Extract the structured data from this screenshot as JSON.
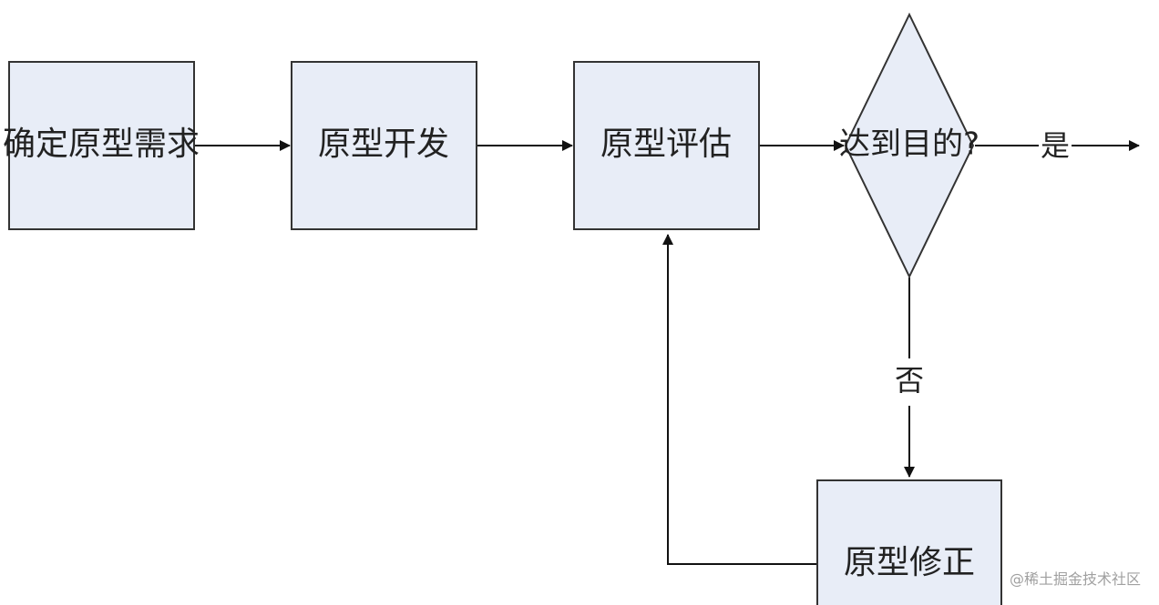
{
  "diagram": {
    "nodes": {
      "define_requirements": {
        "label": "确定原型需求"
      },
      "develop_prototype": {
        "label": "原型开发"
      },
      "evaluate_prototype": {
        "label": "原型评估"
      },
      "goal_reached": {
        "label": "达到目的?"
      },
      "revise_prototype": {
        "label": "原型修正"
      }
    },
    "edge_labels": {
      "yes": "是",
      "no": "否"
    }
  },
  "watermark": "@稀土掘金技术社区"
}
